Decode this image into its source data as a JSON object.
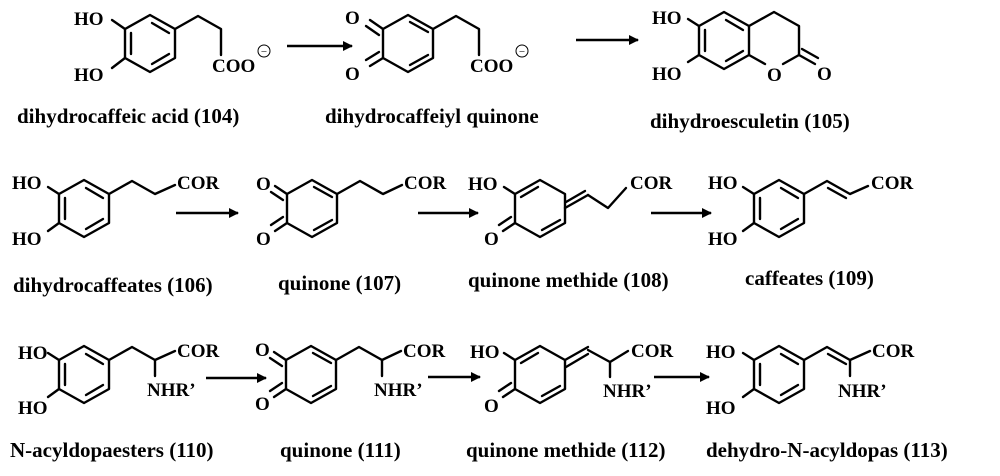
{
  "rows": [
    {
      "compounds": [
        {
          "name": "dihydrocaffeic acid (104)",
          "substituents": {
            "hydroxyl_top": "HO",
            "hydroxyl_bottom": "HO",
            "carboxylate": "COO",
            "charge": "−"
          }
        },
        {
          "name": "dihydrocaffeiyl quinone",
          "substituents": {
            "oxo_top": "O",
            "oxo_bottom": "O",
            "carboxylate": "COO",
            "charge": "−"
          }
        },
        {
          "name": "dihydroesculetin (105)",
          "substituents": {
            "hydroxyl_top": "HO",
            "hydroxyl_bottom": "HO",
            "ring_oxygen": "O",
            "carbonyl_oxygen": "O"
          }
        }
      ]
    },
    {
      "compounds": [
        {
          "name": "dihydrocaffeates (106)",
          "substituents": {
            "hydroxyl_top": "HO",
            "hydroxyl_bottom": "HO",
            "acyl": "COR"
          }
        },
        {
          "name": "quinone (107)",
          "substituents": {
            "oxo_top": "O",
            "oxo_bottom": "O",
            "acyl": "COR"
          }
        },
        {
          "name": "quinone methide (108)",
          "substituents": {
            "hydroxyl": "HO",
            "oxo": "O",
            "acyl": "COR"
          }
        },
        {
          "name": "caffeates (109)",
          "substituents": {
            "hydroxyl_top": "HO",
            "hydroxyl_bottom": "HO",
            "acyl": "COR"
          }
        }
      ]
    },
    {
      "compounds": [
        {
          "name": "N-acyldopaesters (110)",
          "substituents": {
            "hydroxyl_top": "HO",
            "hydroxyl_bottom": "HO",
            "acyl": "COR",
            "amide": "NHR’"
          }
        },
        {
          "name": "quinone (111)",
          "substituents": {
            "oxo_top": "O",
            "oxo_bottom": "O",
            "acyl": "COR",
            "amide": "NHR’"
          }
        },
        {
          "name": "quinone methide (112)",
          "substituents": {
            "hydroxyl": "HO",
            "oxo": "O",
            "acyl": "COR",
            "amide": "NHR’"
          }
        },
        {
          "name": "dehydro-N-acyldopas (113)",
          "substituents": {
            "hydroxyl_top": "HO",
            "hydroxyl_bottom": "HO",
            "acyl": "COR",
            "amide": "NHR’"
          }
        }
      ]
    }
  ]
}
